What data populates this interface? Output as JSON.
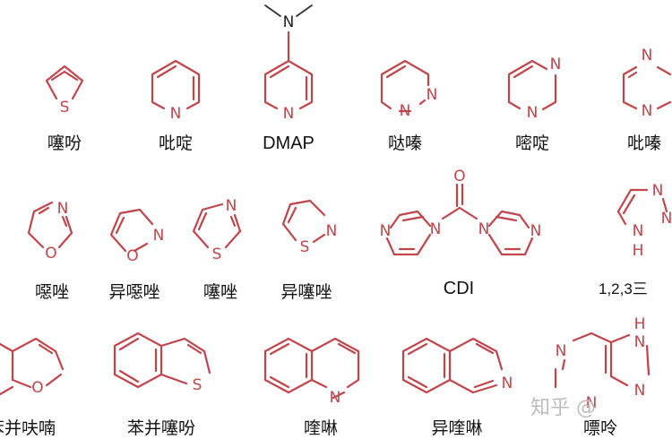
{
  "molecules": {
    "thiophene": {
      "name": "噻吩",
      "atoms": [
        "S"
      ]
    },
    "pyridine": {
      "name": "吡啶",
      "atoms": [
        "N"
      ]
    },
    "dmap": {
      "name": "DMAP",
      "atoms": [
        "N",
        "N"
      ]
    },
    "pyridazine": {
      "name": "哒嗪",
      "atoms": [
        "N",
        "N"
      ]
    },
    "pyrimidine": {
      "name": "嘧啶",
      "atoms": [
        "N",
        "N"
      ]
    },
    "pyrazine": {
      "name": "吡嗪",
      "atoms": [
        "N",
        "N"
      ]
    },
    "oxazole": {
      "name": "噁唑",
      "atoms": [
        "N",
        "O"
      ]
    },
    "isoxazole": {
      "name": "异噁唑",
      "atoms": [
        "N",
        "O"
      ]
    },
    "thiazole": {
      "name": "噻唑",
      "atoms": [
        "N",
        "S"
      ]
    },
    "isothiazole": {
      "name": "异噻唑",
      "atoms": [
        "N",
        "S"
      ]
    },
    "cdi": {
      "name": "CDI",
      "atoms": [
        "O",
        "N",
        "N",
        "N",
        "N"
      ]
    },
    "triazole": {
      "name": "1,2,3三",
      "atoms": [
        "N",
        "N",
        "N",
        "H"
      ]
    },
    "benzofuran": {
      "name": "苯并呋喃",
      "atoms": [
        "O"
      ]
    },
    "benzothiophene": {
      "name": "苯并噻吩",
      "atoms": [
        "S"
      ]
    },
    "quinoline": {
      "name": "喹啉",
      "atoms": [
        "N"
      ]
    },
    "isoquinoline": {
      "name": "异喹啉",
      "atoms": [
        "N"
      ]
    },
    "purine": {
      "name": "嘌呤",
      "atoms": [
        "N",
        "N",
        "N",
        "N",
        "H"
      ]
    }
  },
  "watermark": "知乎 @"
}
